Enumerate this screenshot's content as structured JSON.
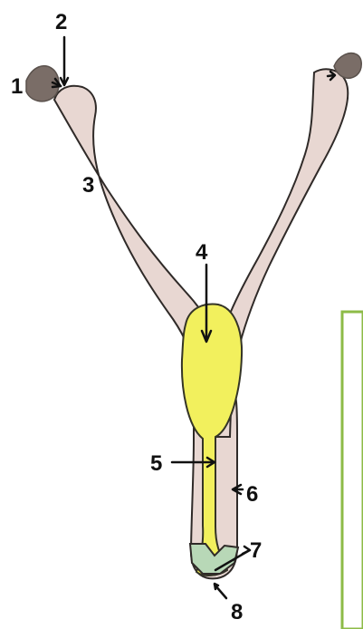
{
  "diagram": {
    "labels": [
      {
        "id": "1",
        "text": "1"
      },
      {
        "id": "2",
        "text": "2"
      },
      {
        "id": "3",
        "text": "3"
      },
      {
        "id": "4",
        "text": "4"
      },
      {
        "id": "5",
        "text": "5"
      },
      {
        "id": "6",
        "text": "6"
      },
      {
        "id": "7",
        "text": "7"
      },
      {
        "id": "8",
        "text": "8"
      }
    ],
    "colors": {
      "tube_fill": "#e8d7d2",
      "tube_stroke": "#2f2a28",
      "yellow_fill": "#f2f05d",
      "yellow_stroke": "#343426",
      "ovum_fill": "#7a6d67",
      "green_box": "#8dbb47",
      "green_embryo": "#b8d8b7"
    }
  }
}
